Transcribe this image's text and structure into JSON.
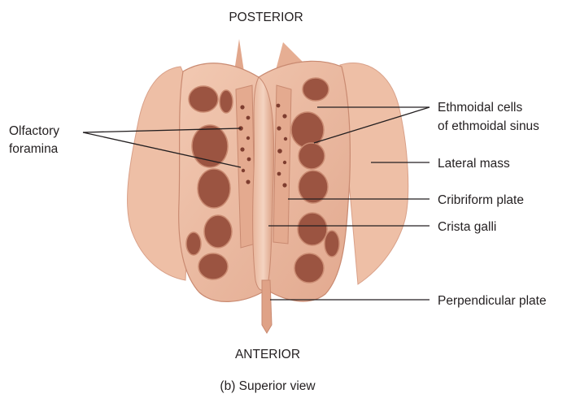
{
  "orientation": {
    "top": "POSTERIOR",
    "bottom": "ANTERIOR"
  },
  "caption": "(b) Superior view",
  "labels": {
    "olfactory_line1": "Olfactory",
    "olfactory_line2": "foramina",
    "ethmoidal_line1": "Ethmoidal cells",
    "ethmoidal_line2": "of ethmoidal sinus",
    "lateral_mass": "Lateral mass",
    "cribriform_plate": "Cribriform plate",
    "crista_galli": "Crista galli",
    "perpendicular_plate": "Perpendicular plate"
  },
  "colors": {
    "bone_light": "#eec0a6",
    "bone_mid": "#dd9f84",
    "bone_dark": "#b5705a",
    "cavity": "#8f4a3a",
    "leader": "#231f20"
  }
}
